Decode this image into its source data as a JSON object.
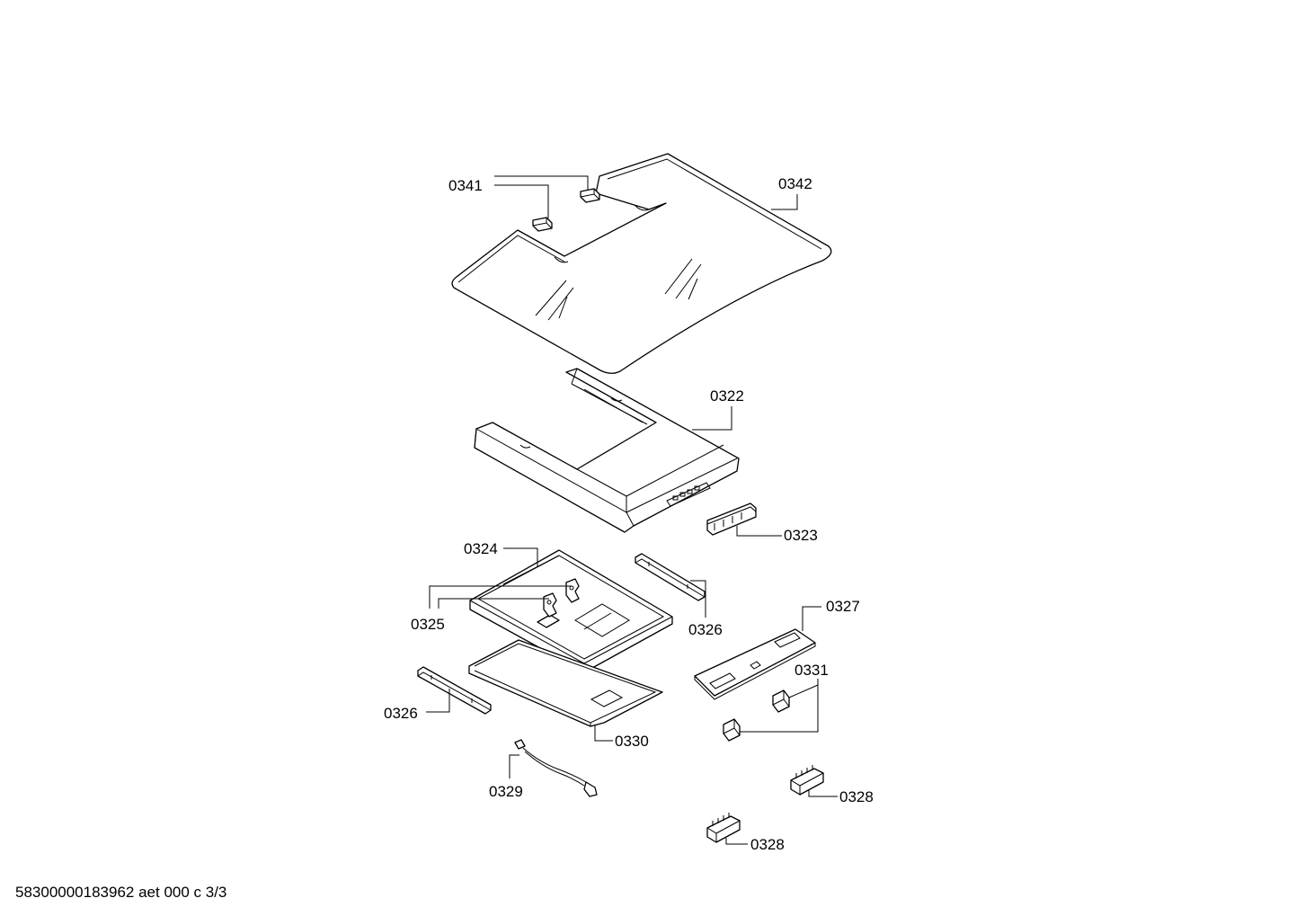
{
  "callouts": {
    "c0341": "0341",
    "c0342": "0342",
    "c0322": "0322",
    "c0323": "0323",
    "c0324": "0324",
    "c0325": "0325",
    "c0326a": "0326",
    "c0326b": "0326",
    "c0327": "0327",
    "c0331": "0331",
    "c0330": "0330",
    "c0329": "0329",
    "c0328a": "0328",
    "c0328b": "0328"
  },
  "footer": {
    "document_id": "58300000183962 aet 000 c 3/3"
  },
  "colors": {
    "line": "#000000",
    "background": "#ffffff"
  }
}
